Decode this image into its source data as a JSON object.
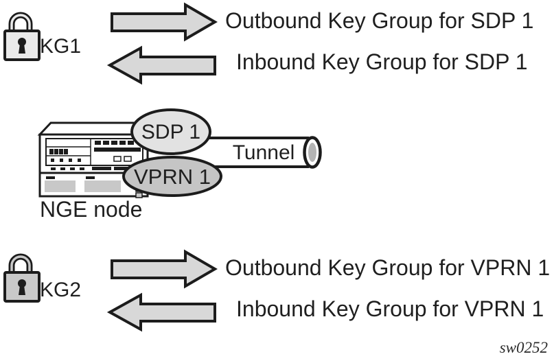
{
  "colors": {
    "outline": "#1c1c1c",
    "arrow_fill": "#d8d8d8",
    "lock1_fill": "#eaeaea",
    "lock2_fill": "#c9c9c9",
    "sdp_fill": "#e2e2e2",
    "vprn_fill": "#c5c5c5",
    "tunnel_cap_fill": "#b3b3b3",
    "tray_fill": "#c8c8c8"
  },
  "sdp_group": {
    "lock_label": "KG1",
    "outbound_label": "Outbound Key Group for SDP 1",
    "inbound_label": "Inbound Key Group for SDP 1"
  },
  "node": {
    "device_label": "NGE node",
    "sdp_label": "SDP 1",
    "vprn_label": "VPRN 1",
    "tunnel_label": "Tunnel"
  },
  "vprn_group": {
    "lock_label": "KG2",
    "outbound_label": "Outbound Key Group for VPRN 1",
    "inbound_label": "Inbound Key Group for VPRN 1"
  },
  "watermark": "sw0252"
}
